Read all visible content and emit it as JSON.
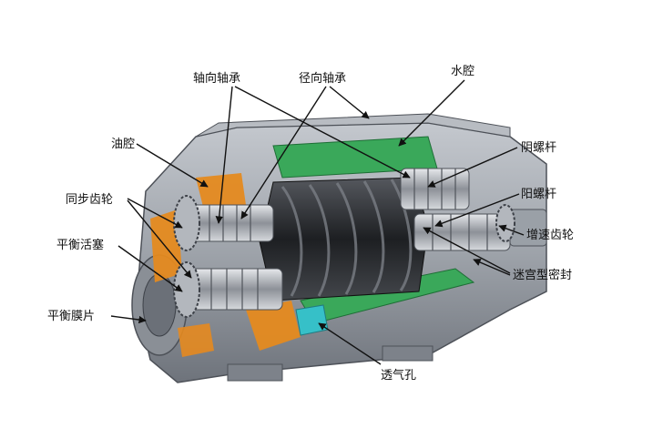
{
  "labels": {
    "axial_bearing": "轴向轴承",
    "radial_bearing": "径向轴承",
    "water_cavity": "水腔",
    "oil_cavity": "油腔",
    "female_rotor": "阴螺杆",
    "timing_gear": "同步齿轮",
    "male_rotor": "阳螺杆",
    "balance_piston": "平衡活塞",
    "speed_gear": "增速齿轮",
    "labyrinth_seal": "迷宫型密封",
    "balance_diaphragm": "平衡膜片",
    "vent_hole": "透气孔"
  },
  "colors": {
    "casing": "#a7acb3",
    "casing_dark": "#5b6068",
    "oil": "#e58a1f",
    "water": "#3aa85a",
    "vent": "#36c0c8",
    "rotor": "#2b2d31",
    "leader": "#111111"
  }
}
